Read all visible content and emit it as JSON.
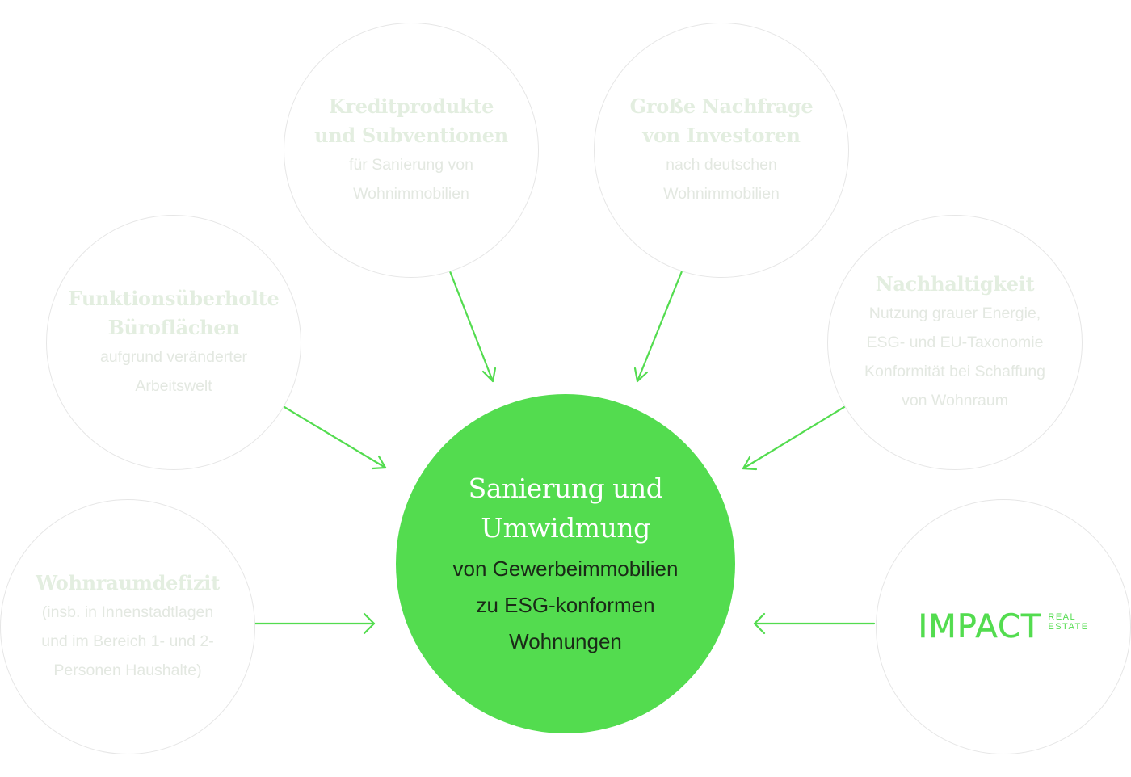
{
  "colors": {
    "accent": "#53dc4f",
    "outer_border": "#e6e6e6",
    "outer_title": "#e3eee0",
    "outer_text": "#e3e8e1",
    "center_title": "#ffffff",
    "center_text": "#1a2a17"
  },
  "center": {
    "title": "Sanierung und\nUmwidmung",
    "text": "von Gewerbeimmobilien\nzu ESG-konformen\nWohnungen"
  },
  "nodes": {
    "credit": {
      "title": "Kreditprodukte\nund Subventionen",
      "text": "für Sanierung von\nWohnimmobilien"
    },
    "demand": {
      "title": "Große Nachfrage\nvon Investoren",
      "text": "nach deutschen\nWohnimmobilien"
    },
    "office": {
      "title": "Funktionsüberholte\nBüroflächen",
      "text": "aufgrund veränderter\nArbeitswelt"
    },
    "sustainability": {
      "title": "Nachhaltigkeit",
      "text": "Nutzung grauer Energie,\nESG- und EU-Taxonomie\nKonformität bei Schaffung\nvon Wohnraum"
    },
    "housing": {
      "title": "Wohnraumdefizit",
      "text": "(insb. in Innenstadtlagen\nund im Bereich 1- und 2-\nPersonen Haushalte)"
    },
    "impact": {
      "logo_main": "IMPACT",
      "logo_sub_1": "REAL",
      "logo_sub_2": "ESTATE"
    }
  }
}
